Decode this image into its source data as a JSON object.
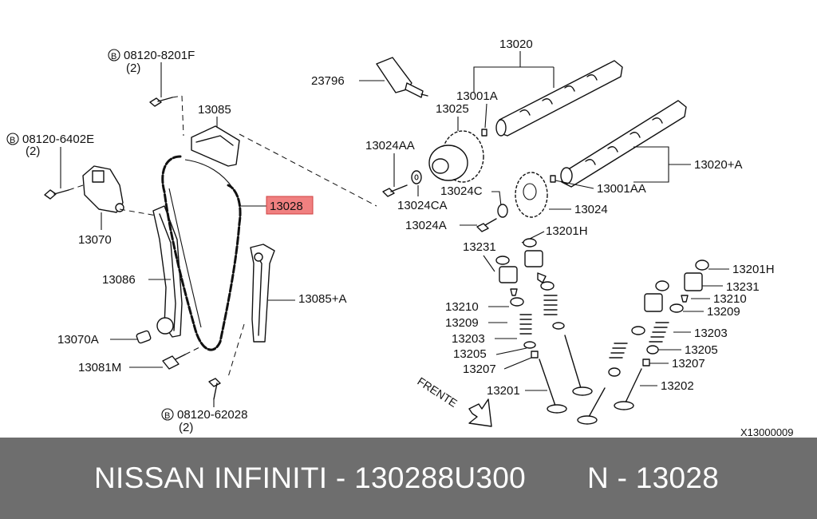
{
  "diagram": {
    "labels": {
      "bolt1_code": "08120-8201F",
      "bolt1_qty": "(2)",
      "bolt2_code": "08120-6402E",
      "bolt2_qty": "(2)",
      "bolt3_code": "08120-62028",
      "bolt3_qty": "(2)",
      "b_mark": "B",
      "p13085": "13085",
      "p13070": "13070",
      "p13086": "13086",
      "p13070A": "13070A",
      "p13081M": "13081M",
      "p13028": "13028",
      "p13085A": "13085+A",
      "p23796": "23796",
      "p13020": "13020",
      "p13001A": "13001A",
      "p13025": "13025",
      "p13024AA": "13024AA",
      "p13024CA": "13024CA",
      "p13024C": "13024C",
      "p13024": "13024",
      "p13024A": "13024A",
      "p13020A": "13020+A",
      "p13001AA": "13001AA",
      "p13231_l": "13231",
      "p13201H_l": "13201H",
      "p13210_l": "13210",
      "p13209_l": "13209",
      "p13203_l": "13203",
      "p13205_l": "13205",
      "p13207_l": "13207",
      "p13201": "13201",
      "p13201H_r": "13201H",
      "p13231_r": "13231",
      "p13210_r": "13210",
      "p13209_r": "13209",
      "p13203_r": "13203",
      "p13205_r": "13205",
      "p13207_r": "13207",
      "p13202": "13202",
      "frente": "FRENTE",
      "ref_code": "X13000009"
    },
    "highlight_color": "#f08080"
  },
  "footer": {
    "brand_line": "NISSAN  INFINITI - 130288U300",
    "ref_line": "N - 13028",
    "background": "#6e6e6e"
  }
}
